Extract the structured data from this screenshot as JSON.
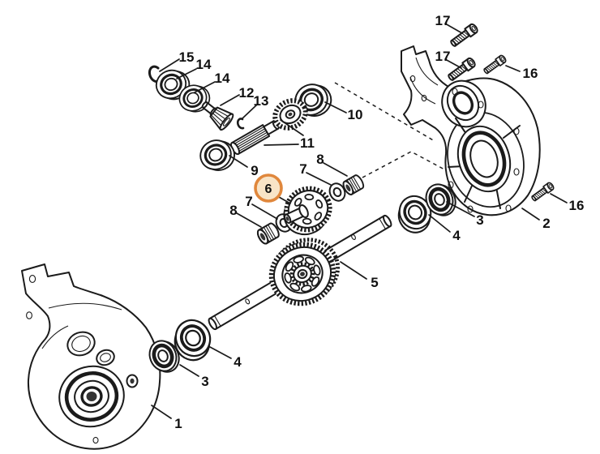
{
  "diagram": {
    "background_color": "#ffffff",
    "line_color": "#1b1b1b",
    "highlight": {
      "selected_part": "6",
      "ring_color": "#e0873c",
      "fill_color": "#f8e4c7"
    },
    "callouts": [
      {
        "label": "17"
      },
      {
        "label": "17"
      },
      {
        "label": "16"
      },
      {
        "label": "16"
      },
      {
        "label": "2"
      },
      {
        "label": "3"
      },
      {
        "label": "4"
      },
      {
        "label": "10"
      },
      {
        "label": "15"
      },
      {
        "label": "14"
      },
      {
        "label": "14"
      },
      {
        "label": "12"
      },
      {
        "label": "13"
      },
      {
        "label": "11"
      },
      {
        "label": "9"
      },
      {
        "label": "6"
      },
      {
        "label": "7"
      },
      {
        "label": "8"
      },
      {
        "label": "7"
      },
      {
        "label": "8"
      },
      {
        "label": "5"
      },
      {
        "label": "4"
      },
      {
        "label": "3"
      },
      {
        "label": "1"
      }
    ]
  }
}
